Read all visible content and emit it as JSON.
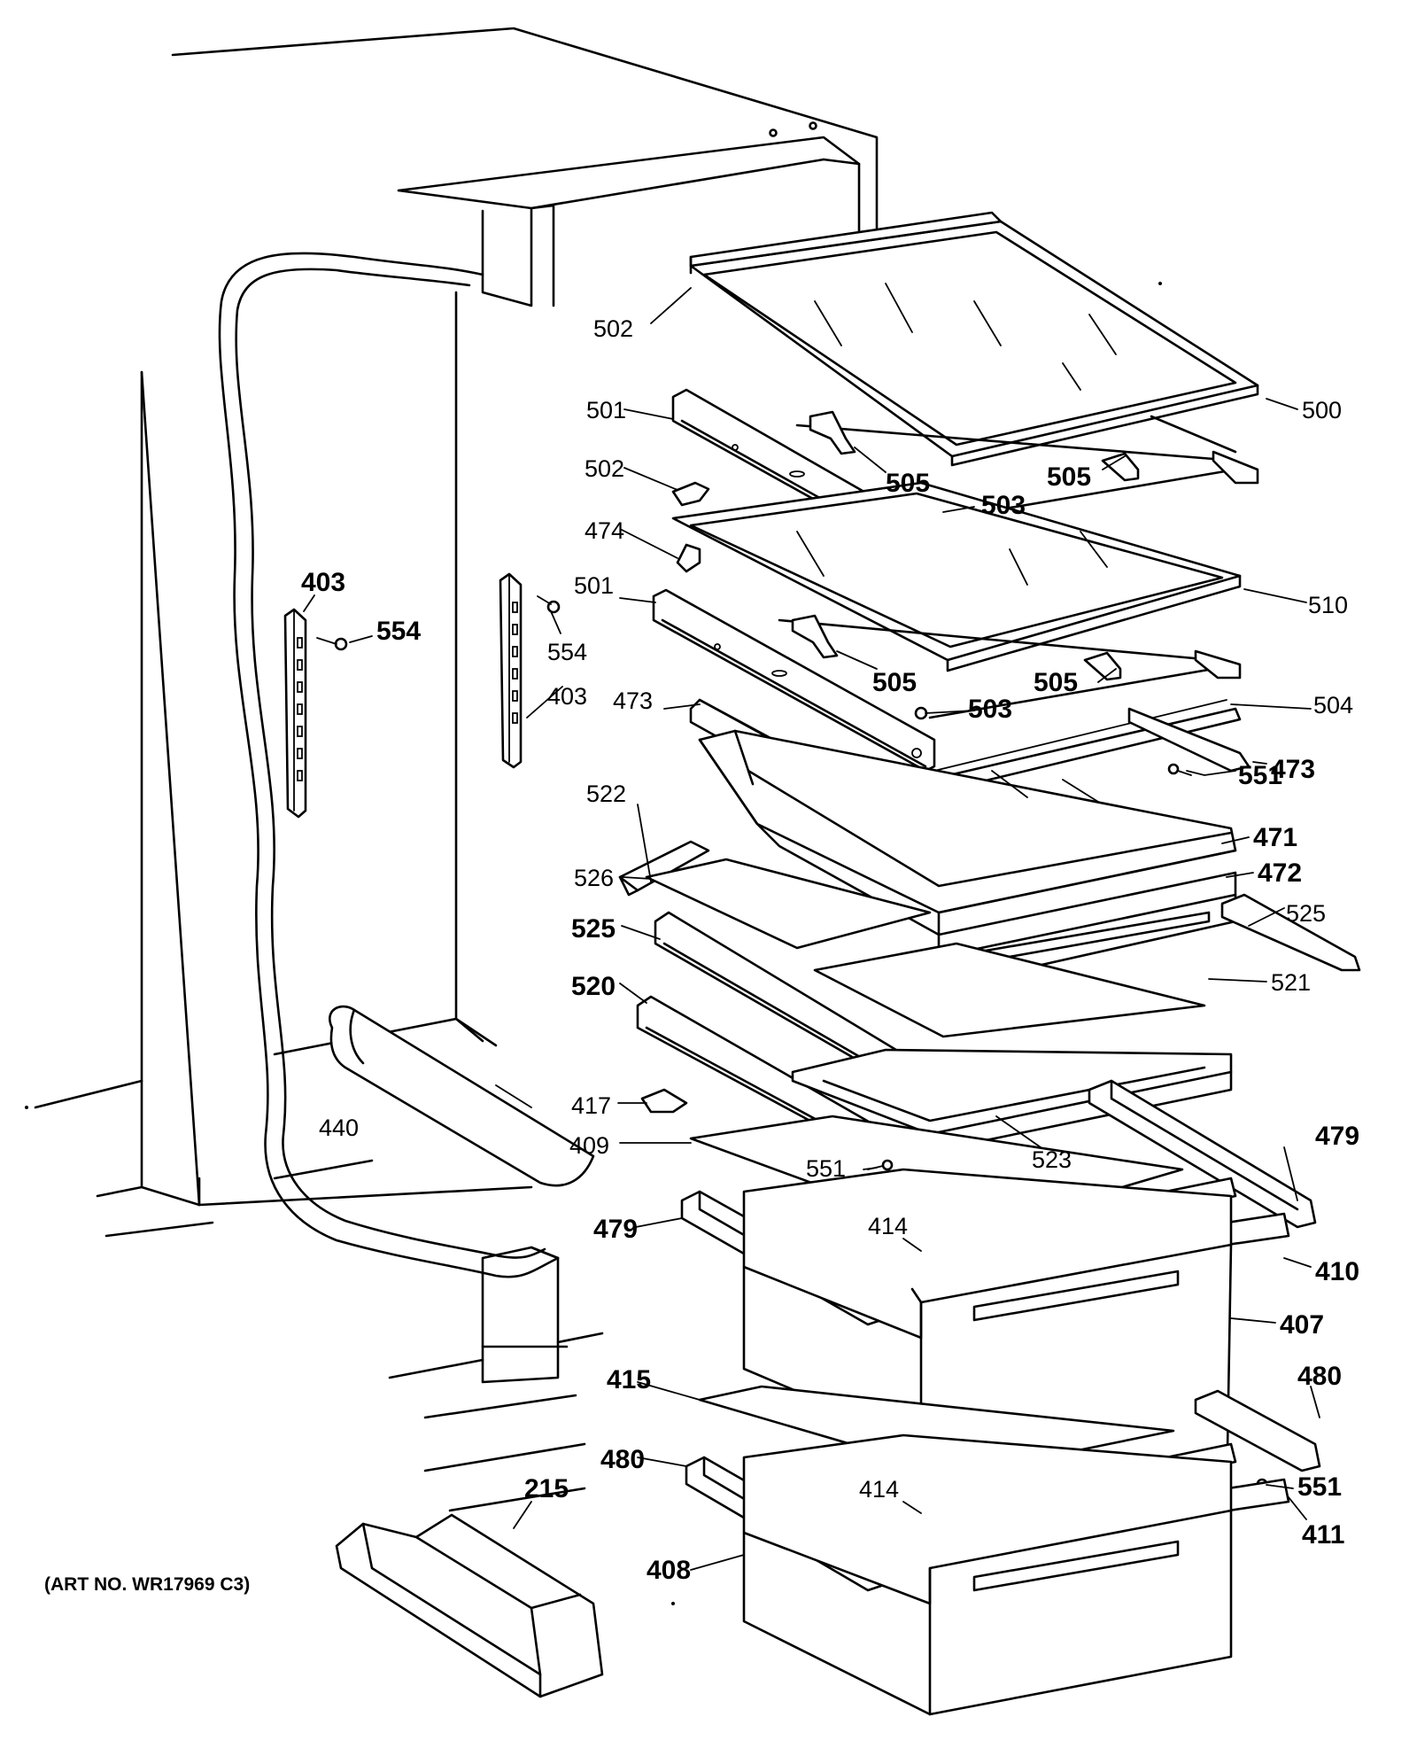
{
  "art_number": "(ART NO. WR17969 C3)",
  "labels": [
    {
      "id": "l500",
      "text": "500"
    },
    {
      "id": "l502a",
      "text": "502"
    },
    {
      "id": "l501a",
      "text": "501"
    },
    {
      "id": "l505a",
      "text": "505"
    },
    {
      "id": "l505b",
      "text": "505"
    },
    {
      "id": "l503a",
      "text": "503"
    },
    {
      "id": "l502b",
      "text": "502"
    },
    {
      "id": "l474",
      "text": "474"
    },
    {
      "id": "l510",
      "text": "510"
    },
    {
      "id": "l403a",
      "text": "403"
    },
    {
      "id": "l554a",
      "text": "554"
    },
    {
      "id": "l554b",
      "text": "554"
    },
    {
      "id": "l403b",
      "text": "403"
    },
    {
      "id": "l501b",
      "text": "501"
    },
    {
      "id": "l505c",
      "text": "505"
    },
    {
      "id": "l505d",
      "text": "505"
    },
    {
      "id": "l503b",
      "text": "503"
    },
    {
      "id": "l504",
      "text": "504"
    },
    {
      "id": "l473a",
      "text": "473"
    },
    {
      "id": "l473b",
      "text": "473"
    },
    {
      "id": "l551a",
      "text": "551"
    },
    {
      "id": "l522",
      "text": "522"
    },
    {
      "id": "l471",
      "text": "471"
    },
    {
      "id": "l472",
      "text": "472"
    },
    {
      "id": "l526",
      "text": "526"
    },
    {
      "id": "l525a",
      "text": "525"
    },
    {
      "id": "l525b",
      "text": "525"
    },
    {
      "id": "l521",
      "text": "521"
    },
    {
      "id": "l520",
      "text": "520"
    },
    {
      "id": "l417",
      "text": "417"
    },
    {
      "id": "l440",
      "text": "440"
    },
    {
      "id": "l409",
      "text": "409"
    },
    {
      "id": "l551b",
      "text": "551"
    },
    {
      "id": "l523",
      "text": "523"
    },
    {
      "id": "l479a",
      "text": "479"
    },
    {
      "id": "l479b",
      "text": "479"
    },
    {
      "id": "l414a",
      "text": "414"
    },
    {
      "id": "l410",
      "text": "410"
    },
    {
      "id": "l407",
      "text": "407"
    },
    {
      "id": "l415",
      "text": "415"
    },
    {
      "id": "l480a",
      "text": "480"
    },
    {
      "id": "l480b",
      "text": "480"
    },
    {
      "id": "l414b",
      "text": "414"
    },
    {
      "id": "l551c",
      "text": "551"
    },
    {
      "id": "l411",
      "text": "411"
    },
    {
      "id": "l408",
      "text": "408"
    },
    {
      "id": "l215",
      "text": "215"
    }
  ]
}
